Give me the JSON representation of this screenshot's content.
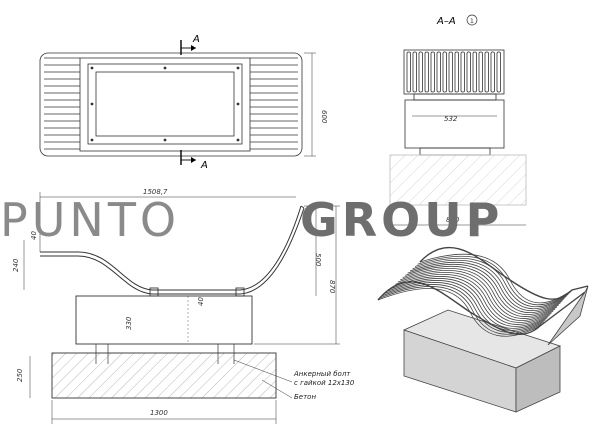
{
  "drawing": {
    "section_label": "A–A",
    "section_mark_top": "A",
    "section_mark_bottom": "A",
    "dims": {
      "plan_width": "600",
      "section_inner": "532",
      "section_base": "800",
      "side_length": "1508,7",
      "side_height_top": "500",
      "side_height_total": "870",
      "side_offset_40_left": "40",
      "side_offset_240": "240",
      "side_offset_40_center": "40",
      "side_block_330": "330",
      "foundation_250": "250",
      "foundation_1300": "1300"
    },
    "notes": {
      "anchor_line1": "Анкерный болт",
      "anchor_line2": "с гайкой 12х130",
      "concrete": "Бетон"
    }
  },
  "brand": {
    "part1": "PUNTO",
    "part2": "GROUP",
    "color_light": "#8a8a8a",
    "color_dark": "#6e6e6e"
  }
}
